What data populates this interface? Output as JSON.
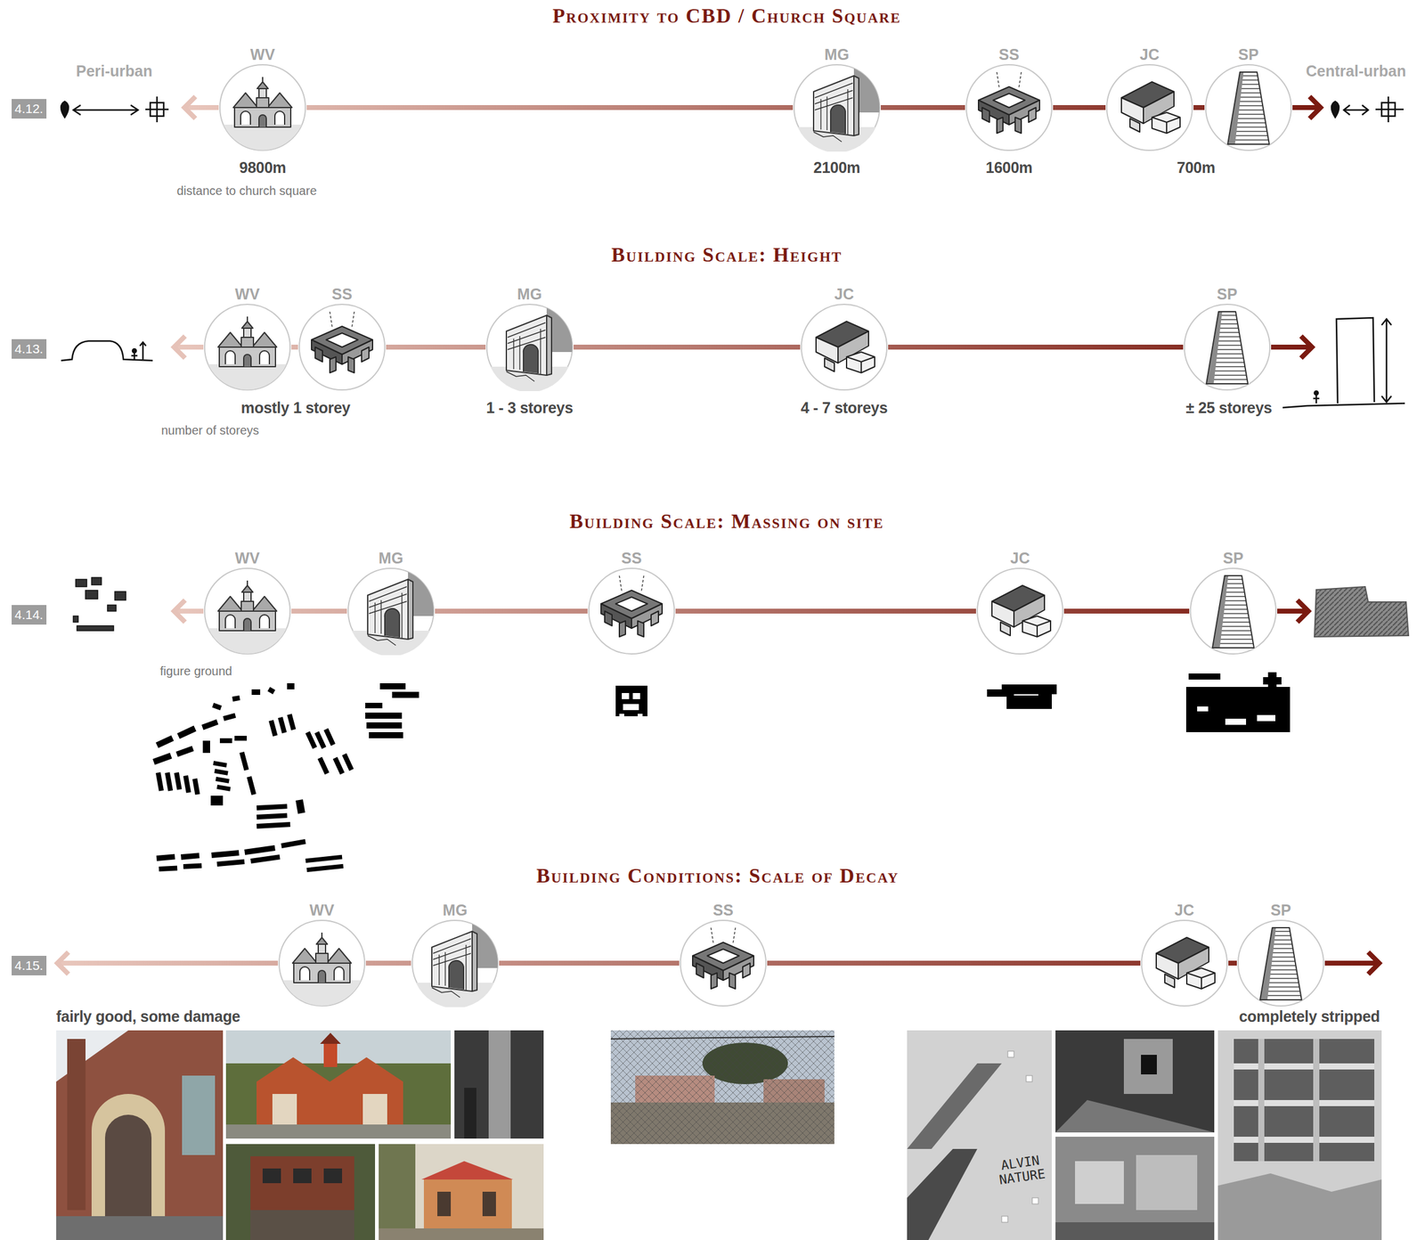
{
  "diagram": {
    "nodes": [
      {
        "text": [
          "4.12."
        ]
      },
      {
        "text": [
          "WV"
        ]
      },
      {
        "text": [
          "MG"
        ]
      },
      {
        "text": [
          "SS"
        ]
      },
      {
        "text": [
          "JC"
        ]
      },
      {
        "text": [
          "SP"
        ]
      },
      {
        "text": [
          "4.13."
        ]
      },
      {
        "text": [
          "WV"
        ]
      },
      {
        "text": [
          "SS"
        ]
      },
      {
        "text": [
          "MG"
        ]
      },
      {
        "text": [
          "JC"
        ]
      },
      {
        "text": [
          "SP"
        ]
      },
      {
        "text": [
          "4.14."
        ]
      },
      {
        "text": [
          "WV"
        ]
      },
      {
        "text": [
          "MG"
        ]
      },
      {
        "text": [
          "SS"
        ]
      },
      {
        "text": [
          "JC"
        ]
      },
      {
        "text": [
          "SP"
        ]
      },
      {
        "text": [
          "4.15."
        ]
      },
      {
        "text": [
          "WV"
        ]
      },
      {
        "text": [
          "MG"
        ]
      },
      {
        "text": [
          "SS"
        ]
      },
      {
        "text": [
          "JC"
        ]
      },
      {
        "text": [
          "SP"
        ]
      }
    ],
    "edges": [
      {
        "from": 1,
        "to": 2,
        "arrow": "none"
      },
      {
        "from": 2,
        "to": 3,
        "arrow": "none"
      },
      {
        "from": 3,
        "to": 4,
        "arrow": "none"
      },
      {
        "from": 4,
        "to": 5,
        "arrow": "none"
      },
      {
        "from": 7,
        "to": 8,
        "arrow": "none"
      },
      {
        "from": 8,
        "to": 9,
        "arrow": "none"
      },
      {
        "from": 9,
        "to": 10,
        "arrow": "none"
      },
      {
        "from": 10,
        "to": 11,
        "arrow": "none"
      },
      {
        "from": 13,
        "to": 14,
        "arrow": "none"
      },
      {
        "from": 14,
        "to": 15,
        "arrow": "none"
      },
      {
        "from": 15,
        "to": 16,
        "arrow": "none"
      },
      {
        "from": 16,
        "to": 17,
        "arrow": "none"
      },
      {
        "from": 19,
        "to": 20,
        "arrow": "none"
      },
      {
        "from": 20,
        "to": 21,
        "arrow": "none"
      },
      {
        "from": 21,
        "to": 22,
        "arrow": "none"
      },
      {
        "from": 22,
        "to": 23,
        "arrow": "none"
      }
    ],
    "labels": [
      "Proximity to CBD / Church Square",
      "Peri-urban",
      "Central-urban",
      "9800m",
      "distance to church square",
      "2100m",
      "1600m",
      "700m",
      "Building Scale: Height",
      "mostly 1 storey",
      "number of storeys",
      "1 - 3 storeys",
      "4 - 7 storeys",
      "± 25 storeys",
      "Building Scale: Massing on site",
      "figure ground",
      "Building Conditions: Scale of Decay",
      "fairly good, some damage",
      "completely stripped",
      "ALVIN NATURE"
    ]
  }
}
